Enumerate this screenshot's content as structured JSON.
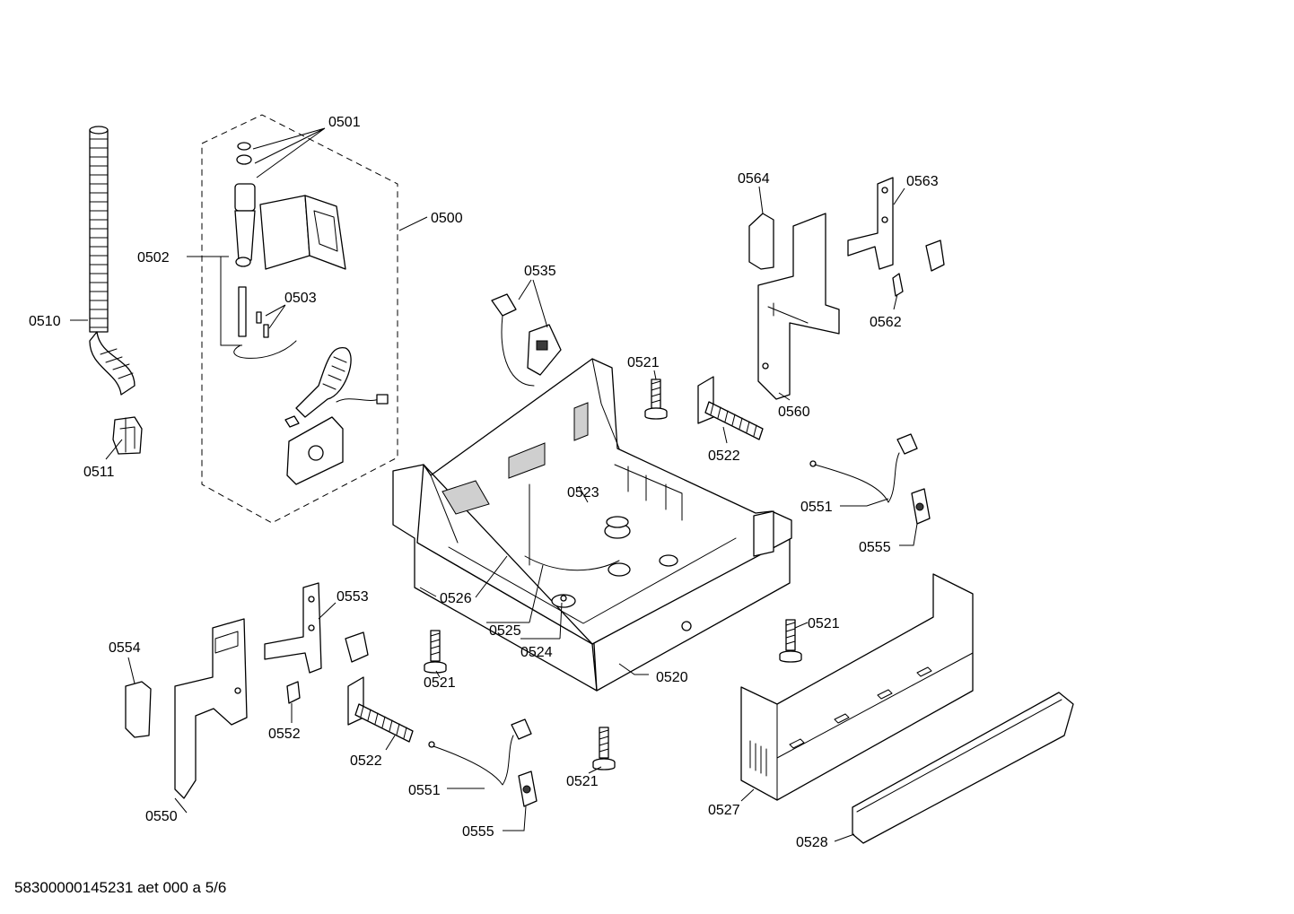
{
  "footer": "58300000145231 aet 000 a 5/6",
  "callouts": [
    "0501",
    "0500",
    "0502",
    "0503",
    "0510",
    "0511",
    "0535",
    "0564",
    "0563",
    "0562",
    "0560",
    "0521",
    "0522",
    "0523",
    "0551",
    "0555",
    "0553",
    "0554",
    "0552",
    "0550",
    "0526",
    "0525",
    "0524",
    "0521",
    "0520",
    "0521",
    "0522",
    "0551",
    "0555",
    "0521",
    "0527",
    "0528"
  ]
}
